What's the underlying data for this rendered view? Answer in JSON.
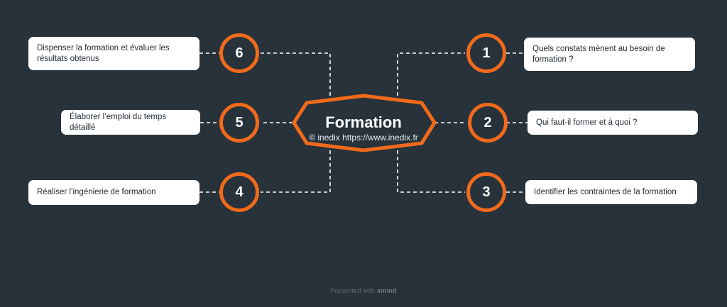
{
  "center": {
    "title": "Formation",
    "watermark": "© inedix https://www.inedix.fr"
  },
  "steps": [
    {
      "number": "1",
      "text": "Quels constats mènent au besoin de formation ?"
    },
    {
      "number": "2",
      "text": "Qui faut-il former et à quoi ?"
    },
    {
      "number": "3",
      "text": "Identifier les contraintes de la formation"
    },
    {
      "number": "4",
      "text": "Réaliser l’ingénierie de formation"
    },
    {
      "number": "5",
      "text": "Élaborer l’emploi du temps détaillé"
    },
    {
      "number": "6",
      "text": "Dispenser la formation et évaluer les résultats obtenus"
    }
  ],
  "footer": {
    "prefix": "Presented with",
    "brand": "xmind"
  },
  "colors": {
    "background": "#27323a",
    "accent": "#f26a1b",
    "card": "#ffffff"
  }
}
